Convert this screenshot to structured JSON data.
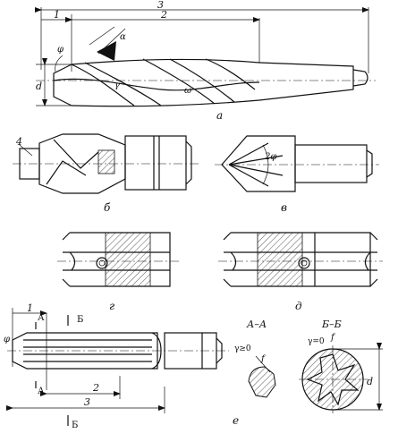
{
  "figures": {
    "a": {
      "caption": "а",
      "dims": {
        "d1": "1",
        "d2": "2",
        "d3": "3",
        "diameter": "d",
        "phi": "φ",
        "alpha": "α",
        "omega": "ω",
        "gamma": "γ"
      }
    },
    "b": {
      "caption": "б",
      "callout": "4"
    },
    "v": {
      "caption": "в",
      "angle": "2φ"
    },
    "g": {
      "caption": "г"
    },
    "dd": {
      "caption": "д"
    },
    "e": {
      "caption": "е",
      "dims": {
        "d1": "1",
        "d2": "2",
        "d3": "3",
        "phi": "φ"
      },
      "section_marks": {
        "a": "А",
        "b": "Б"
      }
    },
    "section_aa": {
      "title": "А–А",
      "gamma": "γ≥0",
      "f": "f"
    },
    "section_bb": {
      "title": "Б–Б",
      "gamma": "γ=0",
      "f": "f",
      "diameter": "d"
    }
  }
}
